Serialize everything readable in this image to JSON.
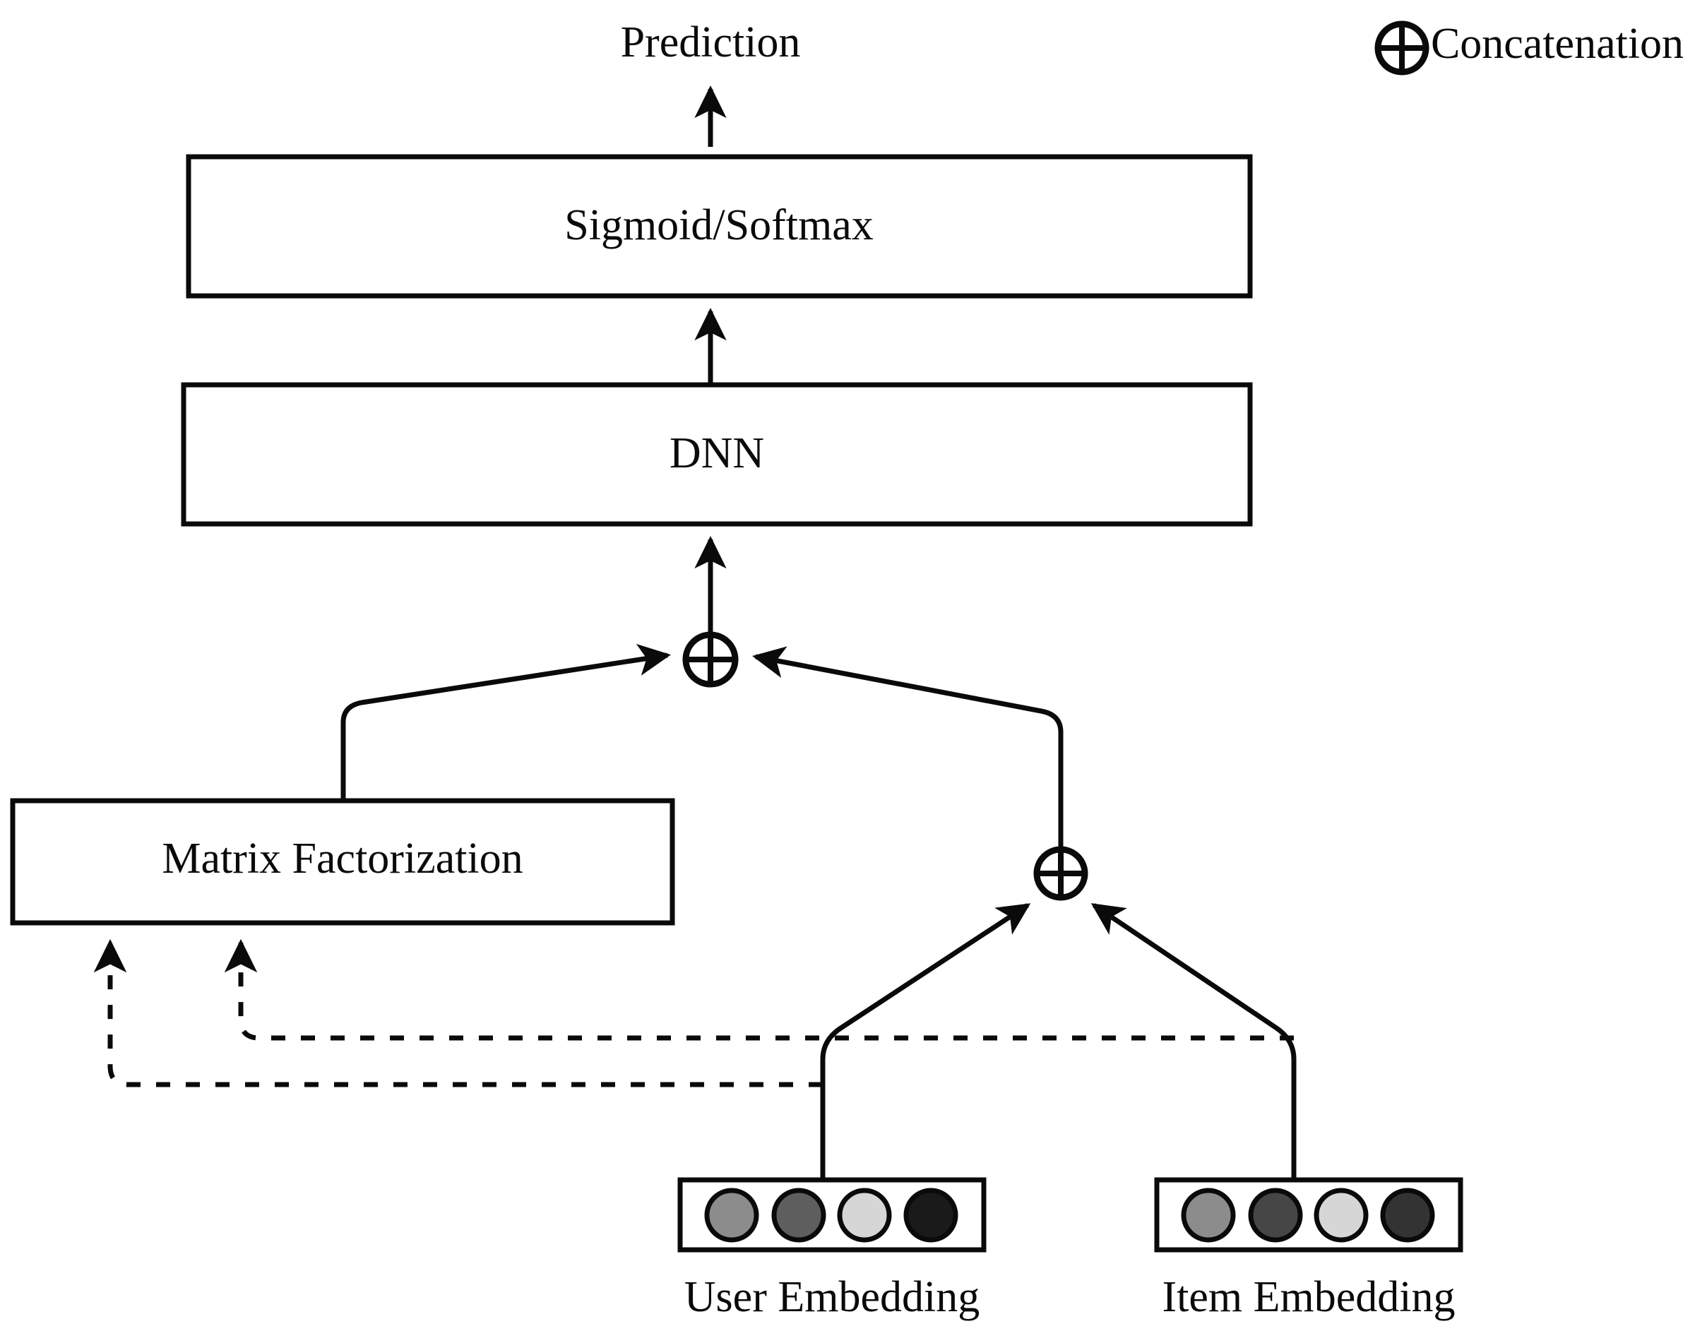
{
  "figure": {
    "title_node": "Prediction",
    "legend": {
      "symbol_name": "circled-plus",
      "label": "Concatenation"
    },
    "blocks": [
      {
        "id": "sigmoid",
        "label": "Sigmoid/Softmax"
      },
      {
        "id": "dnn",
        "label": "DNN"
      },
      {
        "id": "mf",
        "label": "Matrix Factorization"
      }
    ],
    "embeddings": [
      {
        "id": "user",
        "label": "User Embedding",
        "dots": [
          "#8c8c8c",
          "#5e5e5e",
          "#d6d6d6",
          "#1a1a1a"
        ]
      },
      {
        "id": "item",
        "label": "Item Embedding",
        "dots": [
          "#8c8c8c",
          "#464646",
          "#d6d6d6",
          "#333333"
        ]
      }
    ],
    "operators": [
      {
        "id": "concat-top",
        "name": "circled-plus"
      },
      {
        "id": "concat-bottom",
        "name": "circled-plus"
      }
    ],
    "colors": {
      "stroke": "#0a0a0a",
      "background": "#ffffff",
      "fill": "#ffffff"
    }
  }
}
